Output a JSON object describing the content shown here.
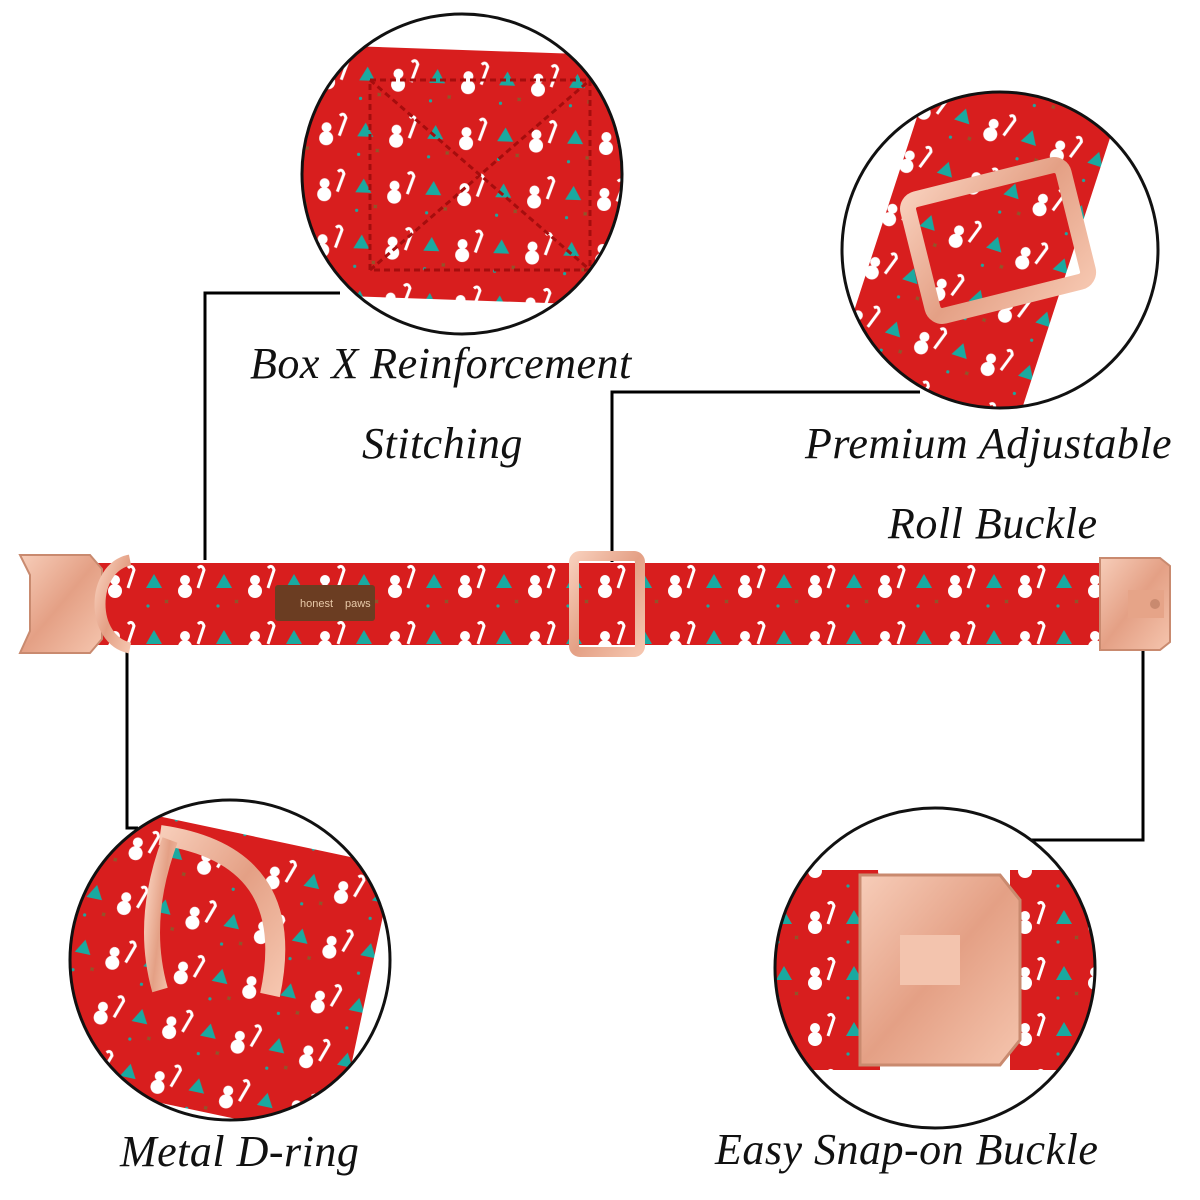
{
  "features": {
    "stitching": {
      "line1": "Box X Reinforcement",
      "line2": "Stitching"
    },
    "roll_buckle": {
      "line1": "Premium Adjustable",
      "line2": "Roll Buckle"
    },
    "d_ring": {
      "label": "Metal D-ring"
    },
    "snap_buckle": {
      "label": "Easy Snap-on Buckle"
    }
  },
  "brand_tag": {
    "line1": "honest",
    "line2": "paws"
  },
  "colors": {
    "fabric": "#d81e1e",
    "metal": "#e9a98e",
    "line": "#000000",
    "tree": "#1aa9a0"
  }
}
